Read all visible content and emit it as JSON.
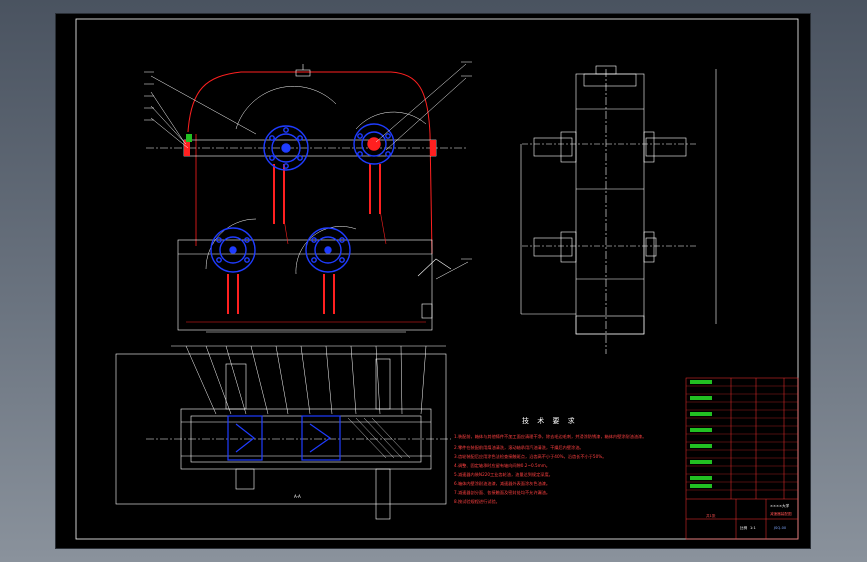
{
  "window": {
    "canvas_bg": "#000000",
    "frame_color": "#ffffff"
  },
  "colors": {
    "housing": "#ffffff",
    "gear_blue": "#1f3cff",
    "shaft_red": "#ff2020",
    "accent_red": "#ff3030",
    "highlight_green": "#22c022",
    "text_red": "#ff4040"
  },
  "technical_requirements": {
    "title": "技 术 要 求",
    "items": [
      "1.装配前，箱体与其他铸件不加工面应清理干净，除去毛边毛刺，并浸涂防锈漆，箱体内壁涂耐油油漆。",
      "2.零件在装配前用煤油清洗，滚动轴承用汽油清洗，干燥后内壁涂油。",
      "3.齿轮装配后应用涂色法检查接触斑点，沿齿高不小于40%，沿齿长不小于50%。",
      "4.调整、固定轴承时应留有轴向间隙0.2~0.5mm。",
      "5.减速器内装N220工业齿轮油，油量达到规定深度。",
      "6.箱体内壁涂耐油油漆，减速器外表面涂灰色油漆。",
      "7.减速器剖分面、各接触面及密封处均不允许漏油。",
      "8.按试验规程进行试验。"
    ]
  },
  "title_block": {
    "company": "××××大学",
    "drawing_name": "减速器装配图",
    "scale_label": "比例",
    "scale_value": "1:1",
    "sheet_label": "共1张",
    "code": "JSQ-00"
  },
  "views": {
    "top_label": "A-A"
  },
  "icons": [
    "leader-callout-icon",
    "centerline-icon",
    "gear-circle-icon",
    "bolt-hole-icon"
  ]
}
